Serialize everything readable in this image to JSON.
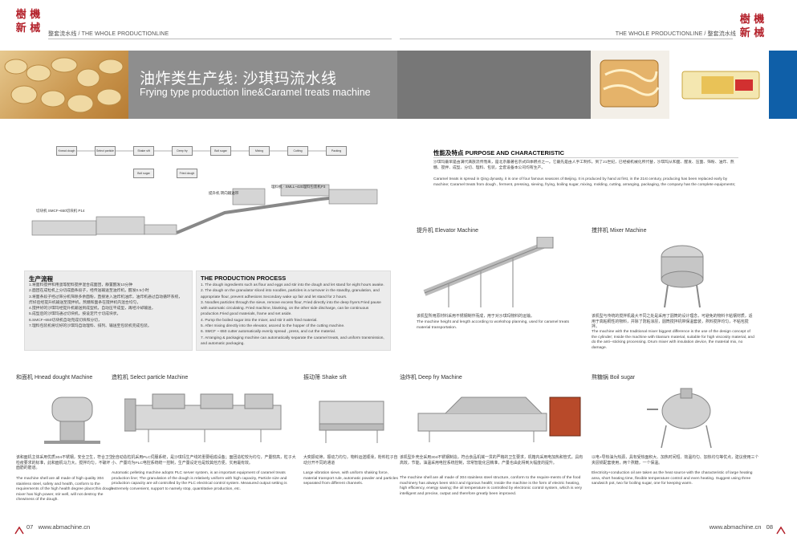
{
  "header": {
    "logo_chars": [
      "樹",
      "機",
      "新",
      "械"
    ],
    "left_cn": "整套流水线",
    "left_en": " / THE WHOLE PRODUCTIONLINE",
    "right_en": "THE WHOLE PRODUCTIONLINE / ",
    "right_cn": "整套流水线"
  },
  "banner": {
    "title_cn": "油炸类生产线: 沙琪玛流水线",
    "title_en": "Frying type production line&Caramel treats machine"
  },
  "flow": {
    "boxes": [
      "Knead dough",
      "Select particle",
      "Shake sift",
      "Deep fry",
      "Boil sugar",
      "Mixing",
      "Cutting",
      "Packing"
    ],
    "sub_boxes": [
      "Boil sugar",
      "Fried dough"
    ],
    "label_cutter": "切块机 SMCF~650切块机 P14",
    "label_conveyor": "提升机 转向输送带",
    "label_packer": "理料机 · SMLL~420理料包装机P3"
  },
  "purpose": {
    "heading": "性能及特点   PURPOSE AND CHARACTERISTIC",
    "cn": "沙琪玛最早是由满代满族流传而来，是北京最著名京式四季糕点之一。它最先是由人手工制作。到了21世纪，已经被机械化所代替，沙琪玛从和面、醒发、压面、筛粉、油炸、熬糖、搅拌、成型、分切、理料、包装，全套设备本公司均有生产。",
    "en": "Caramel treats is spread in Qing dynasty, it is one of four famous seasons of Beijing. It is produced by hand at first, in the 21st century, producing has been replaced early by machine; Caramel treats from dough , ferment, pressing, sieving, frying, boiling sugar, mixing, molding, cutting, arranging, packaging, the company has the complete equipments;"
  },
  "process_cn": {
    "heading": "生产流程",
    "steps": [
      "1.将面料搅拌和用蛋等配料搅拌混合成面团，静置醒发10分钟",
      "2.面团在成粒机上分切成面条段子，经传送输送至油炸机，醒发0.5小时",
      "3.将面条段子经过筛分机筛除多余面粉，直接进入油炸机油炸，油炸机通过自动循环系统，",
      "炸好后经提升机输送至搅拌机，熬糖和面条在搅拌机内混合均匀，",
      "4.搅拌好的沙琪玛经提升机输送到成型机，自动压平成型，再经冷却输送，",
      "5.成型后的沙琪玛通过切块机，按设定尺寸切成块状，",
      "6.SMCF~650切块机自动完成切块和分切，",
      "7.理料包装机将切好的沙琪玛自动理料、排列、输送至包装机完成包装。"
    ]
  },
  "process_en": {
    "heading": "THE PRODUCTION PROCESS",
    "steps": [
      "1. The dough ingredients such as flour and eggs and stir into the dough and let stand for eight hours awake.",
      "2. The dough on the granulator sliced into noodles, particles is a turnover in the standby, granulation, and appropriate flour, prevent adhesions Secondary wake up fair and let stand for 2 hours.",
      "3. Noodles particles through the sieve, remove excess flour, Fried directly into the deep fryers.Fried pause with automatic circulating. Fried machine, blanking, on the other side discharge, can be continuous production.Fried good materials, frame and set aside.",
      "4. Pump the boiled sugar into the mixer, and stir it with fried material.",
      "5. After mixing directly into the elevator, ascend to the hopper of the cutting machine.",
      "6. SMCF ~ 650 cutter automatically evenly spread , press, and cut the material.",
      "7. Arranging & packaging machine can automatically separate the caramel treats, and uniform transmission, and automatic packaging."
    ]
  },
  "elevator": {
    "caption": "提升机 Elevator Machine",
    "cn": "该机型所用原材料采用不锈钢制作而成，用于对沙琪玛物料的运输。",
    "en": "The machine height and length according to workshop planning, used for caramel treats material transportation."
  },
  "mixer": {
    "caption": "搅拌机 Mixer Machine",
    "cn": "该机型与传统的搅拌机最大不同之处是采用了圆筒的设计理念，可避免的物料卡粘钢材质，适用于高粘稠性的物料，并除了防粘涂层，圆筒搅拌机带保温套装，熬料搅拌均匀，不粘包搅拌。",
    "en": "The machine with the traditional mixer biggest difference is the use of the design concept of the cylinder; Inside the machine with titanium material, suitable for high viscosity material, and do the anti--sticking processing. Drum mixer with insulation device, the material mix, no damage."
  },
  "machines": [
    {
      "caption": "和面机 Hnead dought Machine",
      "cn": "该和面机主体采用优质304不锈钢，安全卫生，符合卫生检疫要求的标准，此和面机马力大，搅拌均匀，不破坏面筋的筋道。",
      "en": "The machine shell are all made of high quality 304 stainless steel, safety and health, conform to the requirements of the high health degree place;this dough mixer has high power, stir well, will not destroy the chewiness of the dough."
    },
    {
      "caption": "造粒机 Select particle Machine",
      "cn": "全自动造粒机采用PLC伺服系统，是沙琪玛生产线的重要组成设备；面团造粒较为均匀，产量较高，粒子大小、产量均为PLC电控系统统一控制，生产量设定也是较其他方便，实用最有效。",
      "en": "Automatic pelleting machine adopts PLC server system, is an important equipment of caramel treats production line; The granulation of the dough is relatively uniform with high capacity, Particle size and production capacity are all controlled by the PLC electrical control system. Measured output setting is extremely convenient, support to namely stop, quantitative production, etc."
    },
    {
      "caption": "振动筛 Shake sift",
      "cn": "大奕振动筛，振动力均匀，物料运送顺滑，粉料粒子自动分开不同的通道",
      "en": "Large vibration sieve, with uniform shaking force, material transport rule, automatic powder and particles separated from different channels."
    },
    {
      "caption": "油炸机 Deep fry Machine",
      "cn": "该机型外壳全采用304不锈钢制造，符合食品机械一贯的严格的卫生要求，机箱内采用电加热和管式，具有高效，节能，油温采用电控系统控制，非常智能化且精准，产量也由此得到大幅度的提升。",
      "en": "The machine shell are all made of 304 stainless steel structure, conform to the require-ments of the food machinery has always been strict and rigorous health; Inside the machine is the form of electric heating, high efficiency, energy saving; the oil temperature is controlled by electronic control system, which is very intelligent and precise, output and therefore greatly been improved."
    },
    {
      "caption": "熬糖锅 Boil sugar",
      "cn": "以电+导热油为热源，具有受热面积大、加热时间短、效温均匀、加热均匀等优点，建议使用三个夹层锅配套使用，两个熬糖，一个保温。",
      "en": "Electricity+conduction oil are taken as the heat source with the characteristic of large heating area, short heating time, flexible temperature control and even heating. Suggest using three sandwich pot, two for boiling sugar, one for keeping warm."
    }
  ],
  "footer": {
    "left_page": "07",
    "left_url": "www.abmachine.cn",
    "right_url": "www.abmachine.cn",
    "right_page": "08"
  },
  "colors": {
    "brand_red": "#b3202a",
    "banner_gray": "#8e8e8e",
    "accent_blue": "#0f5fa8"
  }
}
